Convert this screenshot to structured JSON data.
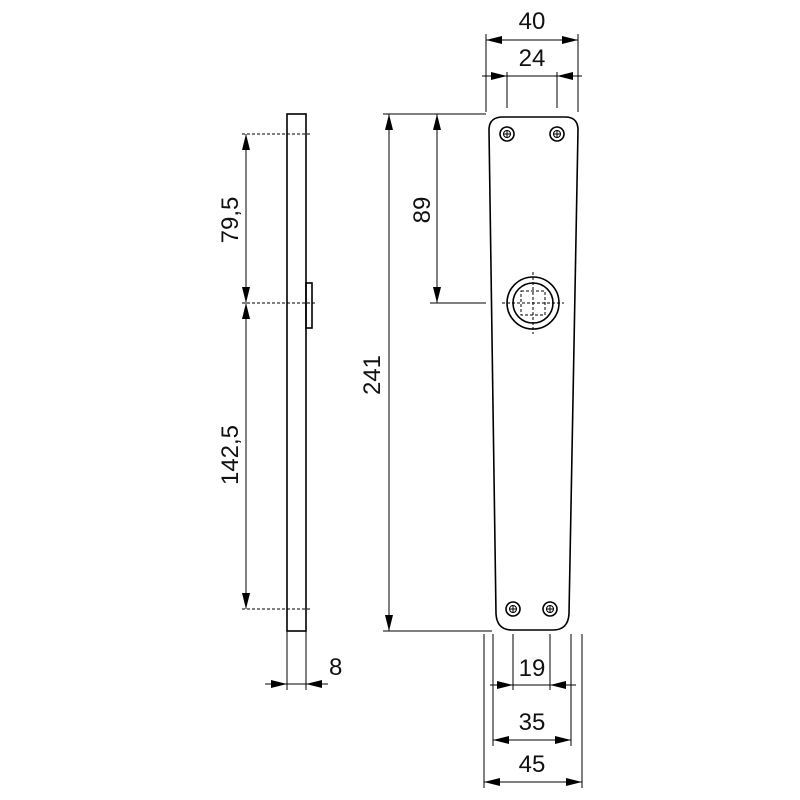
{
  "dimensions": {
    "width_40": "40",
    "width_24": "24",
    "height_89": "89",
    "height_241": "241",
    "upper_79_5": "79,5",
    "lower_142_5": "142,5",
    "thickness_8": "8",
    "spacing_19": "19",
    "spacing_35": "35",
    "width_45": "45"
  }
}
